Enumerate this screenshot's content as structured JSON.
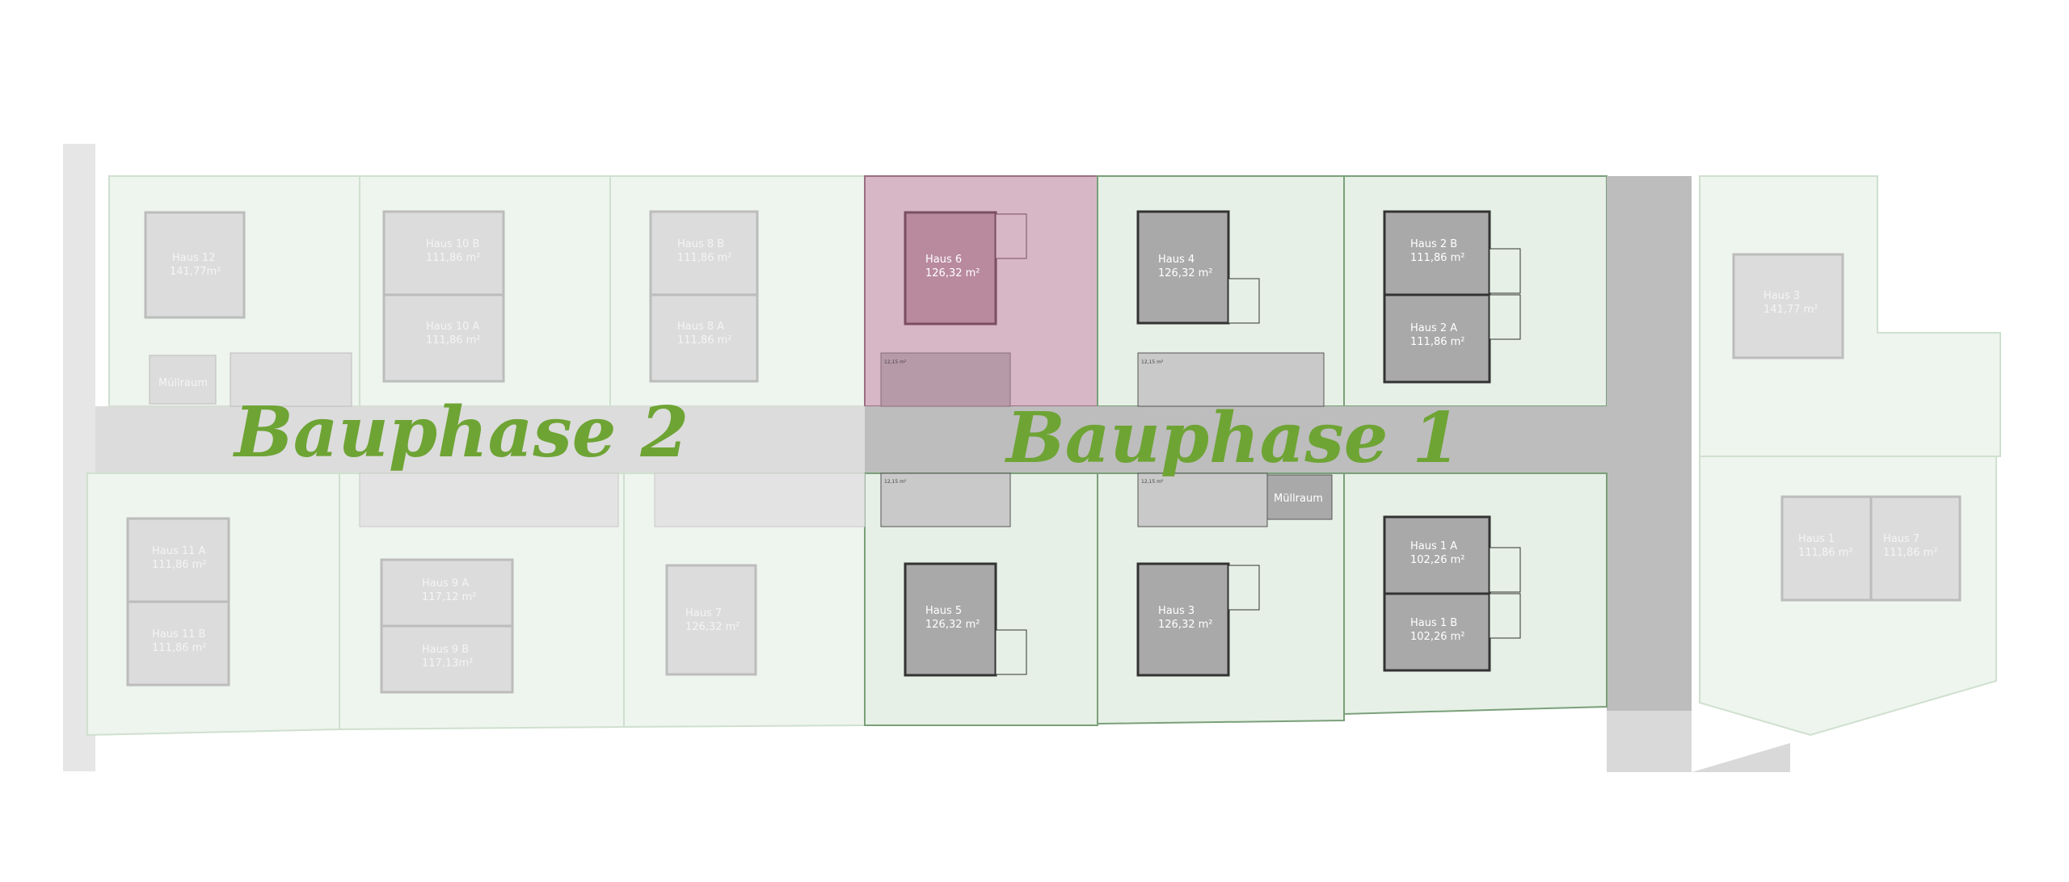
{
  "phases": {
    "phase2": "Bauphase 2",
    "phase1": "Bauphase 1"
  },
  "houses": {
    "h12": {
      "name": "Haus 12",
      "area": "141,77m²"
    },
    "h10b": {
      "name": "Haus 10 B",
      "area": "111,86 m²"
    },
    "h10a": {
      "name": "Haus 10 A",
      "area": "111,86 m²"
    },
    "h8b": {
      "name": "Haus 8 B",
      "area": "111,86 m²"
    },
    "h8a": {
      "name": "Haus 8 A",
      "area": "111,86 m²"
    },
    "h6": {
      "name": "Haus 6",
      "area": "126,32 m²"
    },
    "h4": {
      "name": "Haus 4",
      "area": "126,32 m²"
    },
    "h2b": {
      "name": "Haus 2 B",
      "area": "111,86 m²"
    },
    "h2a": {
      "name": "Haus 2 A",
      "area": "111,86 m²"
    },
    "h3top": {
      "name": "Haus 3",
      "area": "141,77 m²"
    },
    "h11a": {
      "name": "Haus 11 A",
      "area": "111,86 m²"
    },
    "h11b": {
      "name": "Haus 11 B",
      "area": "111,86 m²"
    },
    "h9a": {
      "name": "Haus 9 A",
      "area": "117,12 m²"
    },
    "h9b": {
      "name": "Haus 9 B",
      "area": "117,13m²"
    },
    "h7": {
      "name": "Haus 7",
      "area": "126,32 m²"
    },
    "h5": {
      "name": "Haus 5",
      "area": "126,32 m²"
    },
    "h3": {
      "name": "Haus 3",
      "area": "126,32 m²"
    },
    "h1a": {
      "name": "Haus 1 A",
      "area": "102,26 m²"
    },
    "h1b": {
      "name": "Haus 1 B",
      "area": "102,26 m²"
    },
    "h1": {
      "name": "Haus 1",
      "area": "111,86 m²"
    },
    "h7r": {
      "name": "Haus 7",
      "area": "111,86 m²"
    }
  },
  "muellraum": "Müllraum",
  "carport_area": "12,15 m²",
  "highlight_house": "Haus 6",
  "colors": {
    "plot_green": "#e6f0e6",
    "plot_green_dim": "#eef4ee",
    "highlight_pink": "#d7b7c5",
    "road_dark": "#bdbdbd",
    "road_light": "#dcdcdc",
    "phase_text": "#6ea434"
  }
}
